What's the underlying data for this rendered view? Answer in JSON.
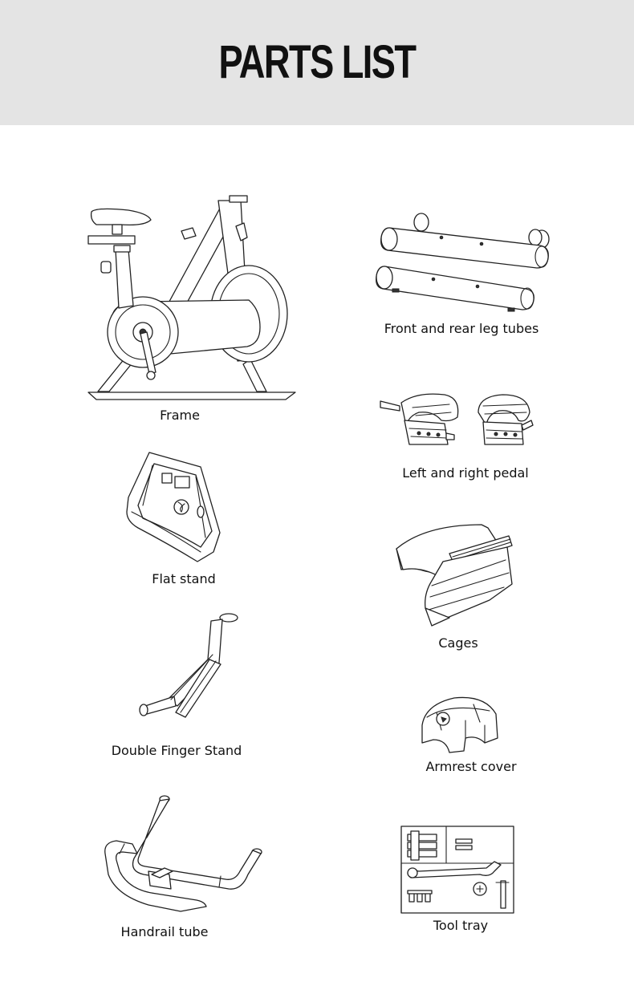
{
  "header": {
    "title": "PARTS LIST"
  },
  "parts": [
    {
      "label": "Frame",
      "icon": "exercise-bike-frame-icon"
    },
    {
      "label": "Front and rear leg tubes",
      "icon": "leg-tubes-icon"
    },
    {
      "label": "Left and right pedal",
      "icon": "pedals-icon"
    },
    {
      "label": "Flat stand",
      "icon": "flat-stand-icon"
    },
    {
      "label": "Cages",
      "icon": "cages-icon"
    },
    {
      "label": "Double Finger Stand",
      "icon": "double-finger-stand-icon"
    },
    {
      "label": "Armrest cover",
      "icon": "armrest-cover-icon"
    },
    {
      "label": "Handrail tube",
      "icon": "handrail-tube-icon"
    },
    {
      "label": "Tool tray",
      "icon": "tool-tray-icon"
    }
  ]
}
